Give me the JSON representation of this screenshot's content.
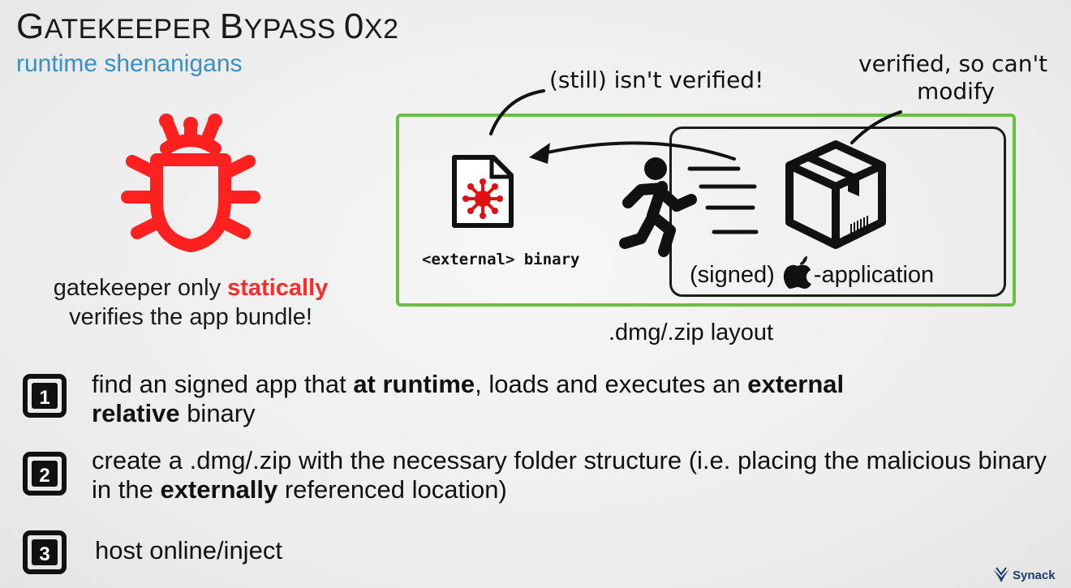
{
  "title": {
    "first_cap": "G",
    "rest1": "ATEKEEPER ",
    "second_cap": "B",
    "rest2": "YPASS ",
    "third": "0",
    "rest3": "X2"
  },
  "subtitle": "runtime shenanigans",
  "caption": {
    "line1_prefix": "gatekeeper only ",
    "highlight": "statically",
    "line2": "verifies the app bundle!"
  },
  "diagram": {
    "note_left": "(still) isn't verified!",
    "note_right_line1": "verified, so can't",
    "note_right_line2": "modify",
    "external_label": "<external> binary",
    "signed_prefix": "(signed) ",
    "signed_suffix": "-application",
    "layout_label": ".dmg/.zip layout"
  },
  "steps": [
    {
      "num": "1",
      "p1": "find an signed app that ",
      "b1": "at runtime",
      "p2": ", loads and executes an ",
      "b2": "external",
      "b3": "relative",
      "p3": " binary"
    },
    {
      "num": "2",
      "p1": "create a .dmg/.zip with the necessary folder structure (i.e. placing the malicious binary in the ",
      "b1": "externally",
      "p2": " referenced location)"
    },
    {
      "num": "3",
      "p1": "host online/inject"
    }
  ],
  "logo": "Synack",
  "colors": {
    "accent_blue": "#3a8fc3",
    "highlight_red": "#ff2a2a",
    "box_green": "#6abf45"
  }
}
